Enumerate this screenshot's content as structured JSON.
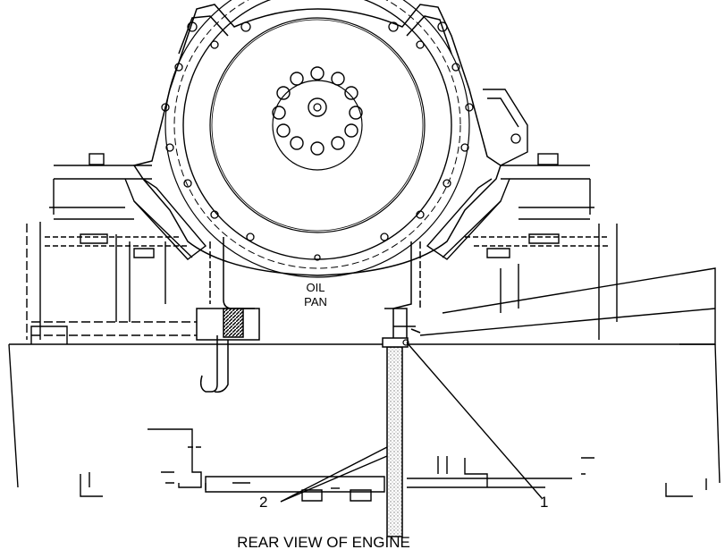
{
  "labels": {
    "oil_pan_line1": "OIL",
    "oil_pan_line2": "PAN",
    "callout_1": "1",
    "callout_2": "2",
    "caption": "REAR VIEW OF ENGINE"
  },
  "colors": {
    "line": "#000000",
    "background": "#ffffff",
    "stipple": "#9a9a9a"
  }
}
